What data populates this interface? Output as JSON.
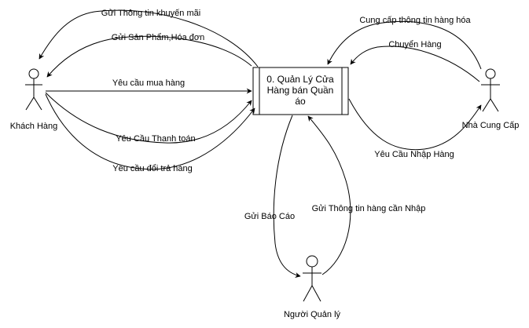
{
  "process": {
    "lines": [
      "0. Quản Lý Cửa",
      "Hàng bán Quần",
      "áo"
    ]
  },
  "actors": {
    "customer": "Khách Hàng",
    "supplier": "Nhà Cung Cấp",
    "manager": "Người Quản lý"
  },
  "flows": {
    "promo": "Gửi Thông tin khuyến mãi",
    "product_invoice": "Gửi Sản Phẩm,Hóa đơn",
    "purchase_request": "Yêu cầu mua hàng",
    "payment_request": "Yêu Cầu Thanh toán",
    "return_request": "Yêu cầu đổi trả hàng",
    "supply_info": "Cung cấp thông tin hàng hóa",
    "shipping": "Chuyển Hàng",
    "import_request": "Yêu Cầu Nhập Hàng",
    "report": "Gửi Báo Cáo",
    "restock_info": "Gửi Thông tin hàng cần Nhập"
  },
  "colors": {
    "stroke": "#000000",
    "background": "#ffffff"
  }
}
